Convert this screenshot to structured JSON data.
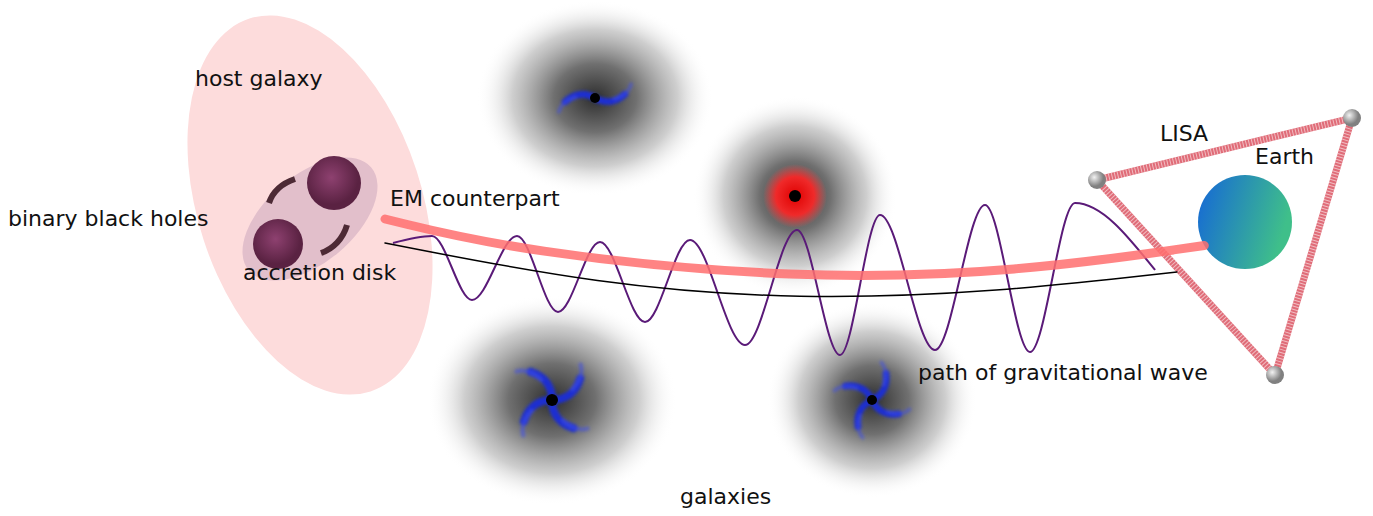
{
  "diagram": {
    "nodes": [
      {
        "text": [
          "host galaxy"
        ]
      },
      {
        "text": [
          "binary black holes",
          "accretion disk"
        ],
        "in": 0
      },
      {
        "text": [
          "LISA"
        ]
      },
      {
        "text": [
          "Earth"
        ],
        "in": 2
      }
    ],
    "edges": [
      {
        "from": 1,
        "to": 3,
        "arrow": "none",
        "label": "EM counterpart"
      },
      {
        "from": 1,
        "to": 2,
        "arrow": "none",
        "label": "path of gravitational wave"
      }
    ],
    "labels": [
      "galaxies"
    ]
  }
}
